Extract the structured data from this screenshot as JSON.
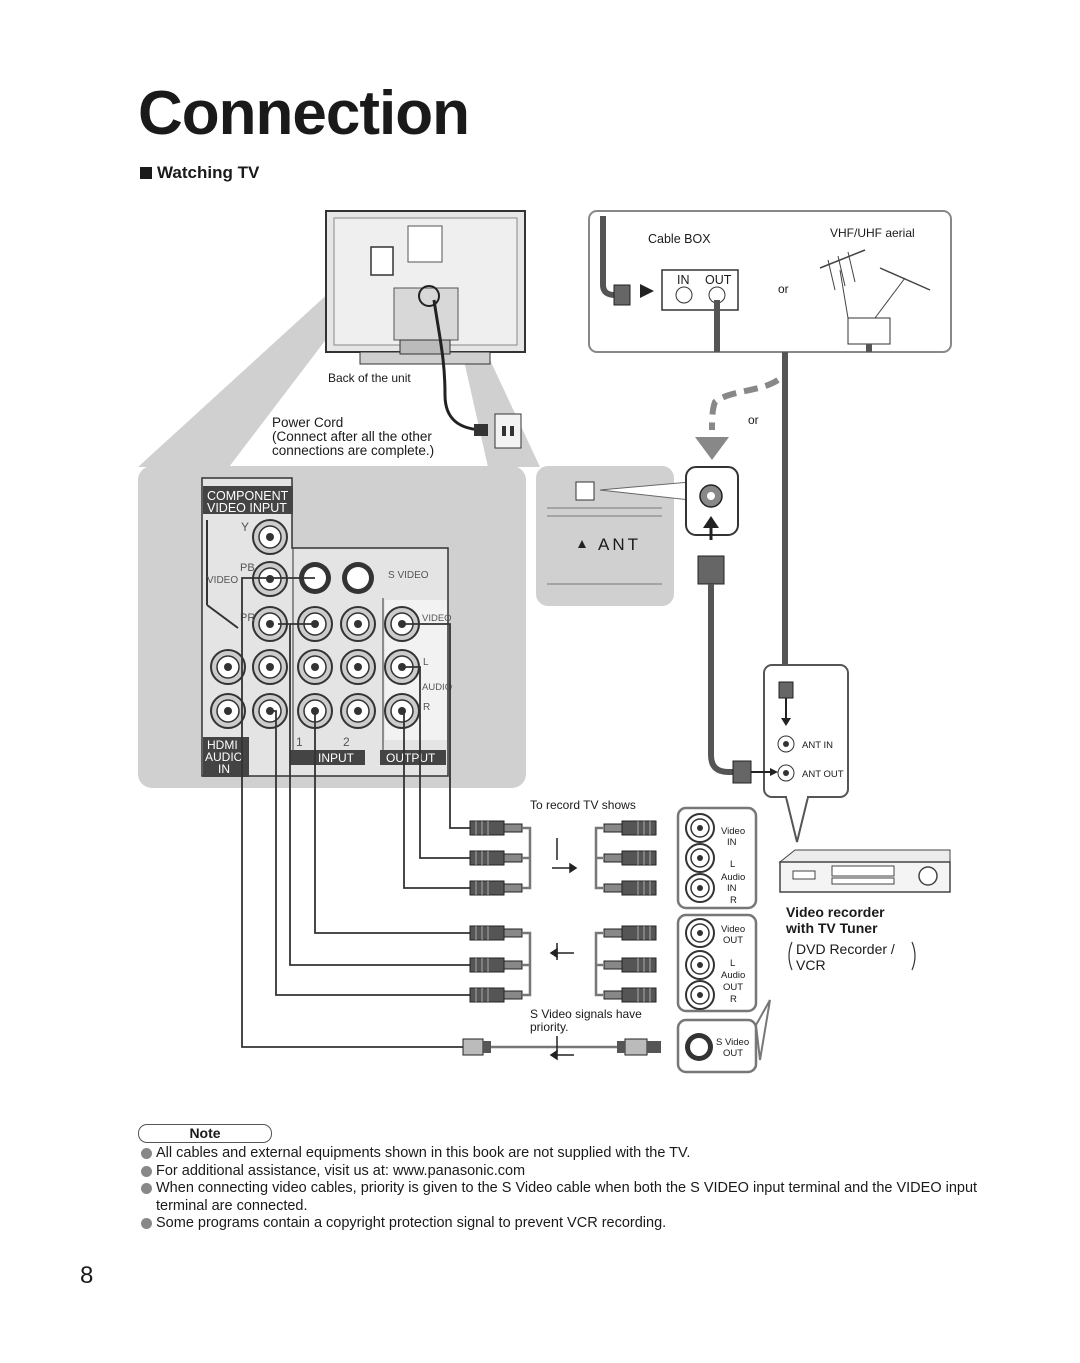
{
  "title": "Connection",
  "section": "Watching TV",
  "labels": {
    "back_of_unit": "Back of the unit",
    "power_cord": "Power Cord",
    "power_note_1": "(Connect after all the other",
    "power_note_2": "connections are complete.)",
    "cable_box": "Cable BOX",
    "in": "IN",
    "out": "OUT",
    "or": "or",
    "aerial": "VHF/UHF aerial",
    "ant": "ANT",
    "component_1": "COMPONENT",
    "component_2": "VIDEO INPUT",
    "y": "Y",
    "pb": "PB",
    "pr": "PR",
    "video": "VIDEO",
    "s_video": "S VIDEO",
    "audio": "AUDIO",
    "l": "L",
    "r": "R",
    "one": "1",
    "two": "2",
    "hdmi": "HDMI",
    "audio_in_1": "AUDIO",
    "audio_in_2": "IN",
    "input": "INPUT",
    "output": "OUTPUT",
    "ant_in": "ANT IN",
    "ant_out": "ANT OUT",
    "record_tv": "To record TV shows",
    "vr_video": "Video",
    "vr_audio": "Audio",
    "vr_in": "IN",
    "vr_out": "OUT",
    "vr_l": "L",
    "vr_r": "R",
    "s_video_out_1": "S Video",
    "s_video_out_2": "OUT",
    "priority_1": "S Video signals have",
    "priority_2": "priority.",
    "recorder_1": "Video recorder",
    "recorder_2": "with TV Tuner",
    "dvd": "DVD Recorder /",
    "vcr": "VCR"
  },
  "note_label": "Note",
  "notes": [
    "All cables and external equipments shown in this book are not supplied with the TV.",
    "For additional assistance, visit us at: www.panasonic.com",
    "When connecting video cables, priority is given to the S Video cable when both the S VIDEO input terminal and the VIDEO input terminal are connected.",
    "Some programs contain a copyright protection signal to prevent VCR recording."
  ],
  "page_number": "8"
}
